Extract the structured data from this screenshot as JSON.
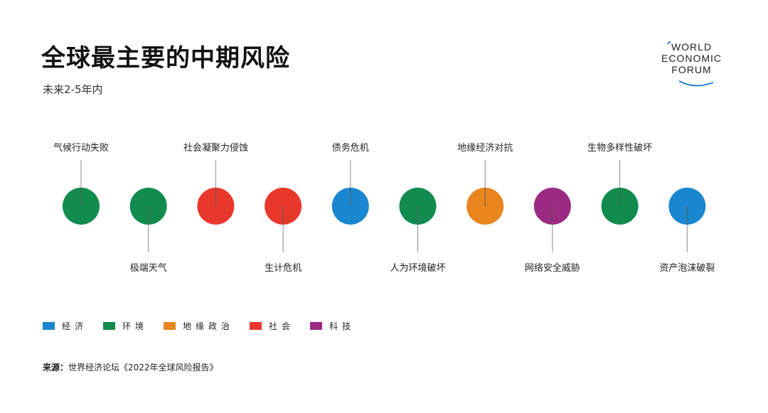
{
  "title": "全球最主要的中期风险",
  "subtitle": "未来2-5年内",
  "logo": {
    "line1": "WORLD",
    "line2": "ECONOMIC",
    "line3": "FORUM"
  },
  "colors": {
    "economy": "#1a86cf",
    "environment": "#128b4f",
    "geopolitics": "#e8851d",
    "society": "#e8382b",
    "technology": "#9b2a83"
  },
  "chart_data": {
    "type": "timeline",
    "items": [
      {
        "label": "气候行动失败",
        "category": "environment"
      },
      {
        "label": "极端天气",
        "category": "environment"
      },
      {
        "label": "社会凝聚力侵蚀",
        "category": "society"
      },
      {
        "label": "生计危机",
        "category": "society"
      },
      {
        "label": "债务危机",
        "category": "economy"
      },
      {
        "label": "人为环境破坏",
        "category": "environment"
      },
      {
        "label": "地缘经济对抗",
        "category": "geopolitics"
      },
      {
        "label": "网络安全威胁",
        "category": "technology"
      },
      {
        "label": "生物多样性破坏",
        "category": "environment"
      },
      {
        "label": "资产泡沫破裂",
        "category": "economy"
      }
    ]
  },
  "legend": [
    {
      "label": "经济",
      "category": "economy"
    },
    {
      "label": "环境",
      "category": "environment"
    },
    {
      "label": "地缘政治",
      "category": "geopolitics"
    },
    {
      "label": "社会",
      "category": "society"
    },
    {
      "label": "科技",
      "category": "technology"
    }
  ],
  "source": {
    "prefix": "来源：",
    "text": "世界经济论坛《2022年全球风险报告》"
  }
}
